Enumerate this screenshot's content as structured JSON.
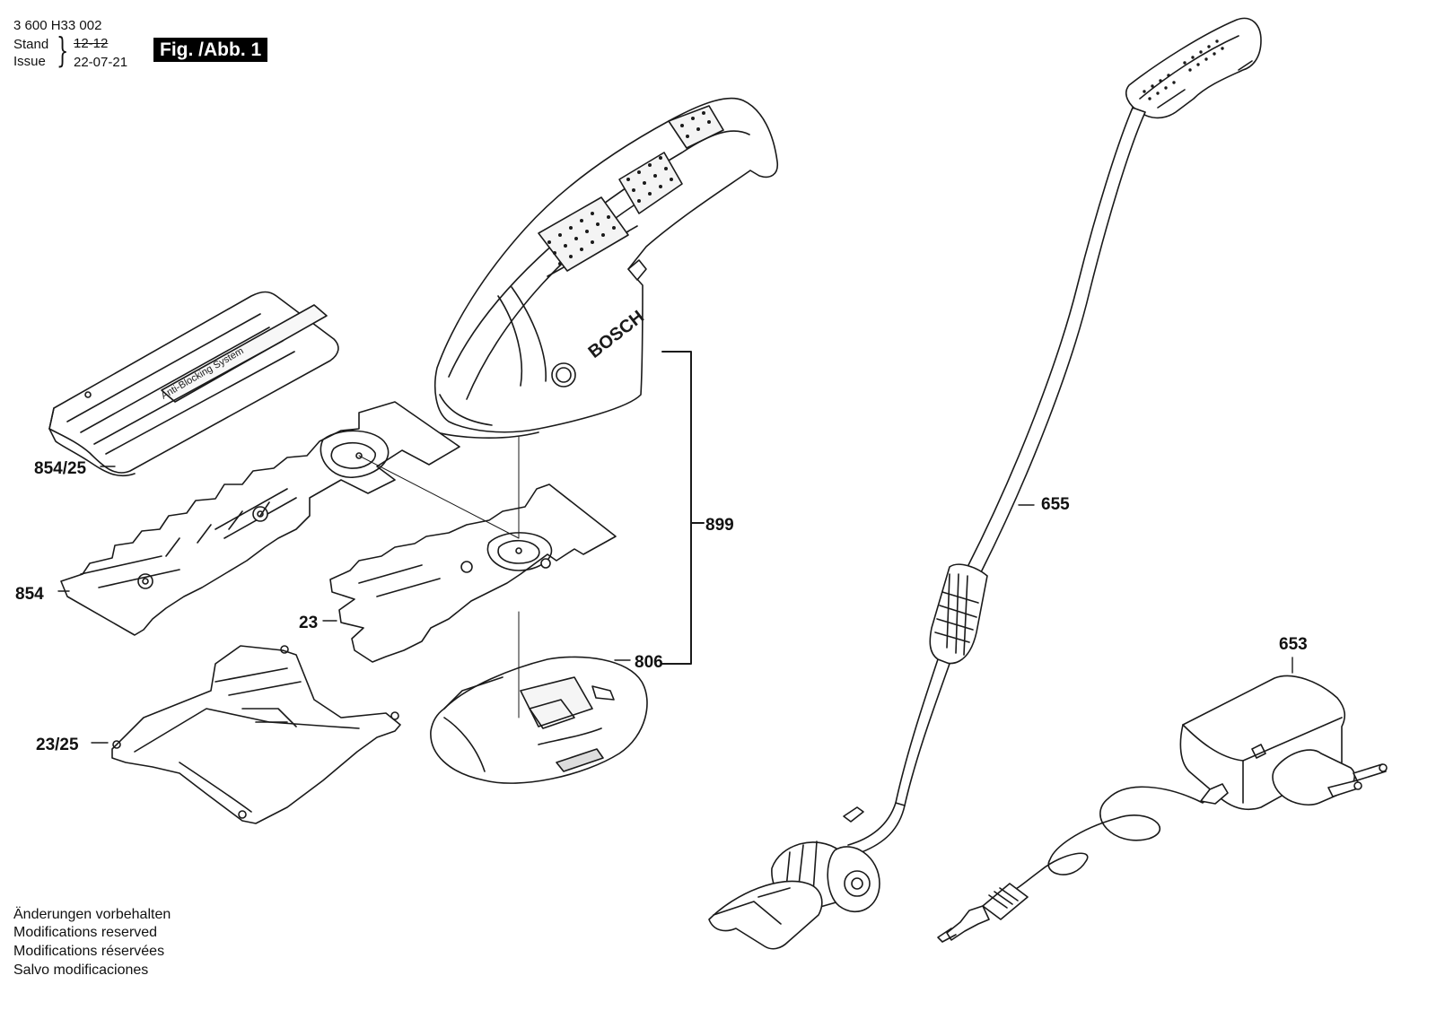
{
  "header": {
    "doc_number": "3 600 H33 002",
    "stand_label": "Stand",
    "issue_label": "Issue",
    "brace": "}",
    "stand_old": "12-12",
    "issue_date": "22-07-21",
    "fig_label": "Fig. /Abb. 1"
  },
  "footer": {
    "de": "Änderungen vorbehalten",
    "en": "Modifications reserved",
    "fr": "Modifications réservées",
    "es": "Salvo modificaciones"
  },
  "parts": {
    "p854_25": "854/25",
    "p854": "854",
    "p23": "23",
    "p23_25": "23/25",
    "p806": "806",
    "p899": "899",
    "p655": "655",
    "p653": "653"
  },
  "product_text": {
    "brand": "BOSCH",
    "cover_text": "Anti-Blocking System"
  },
  "colors": {
    "line": "#1a1a1a",
    "fill": "#ffffff",
    "shade": "#e8e8e8"
  }
}
